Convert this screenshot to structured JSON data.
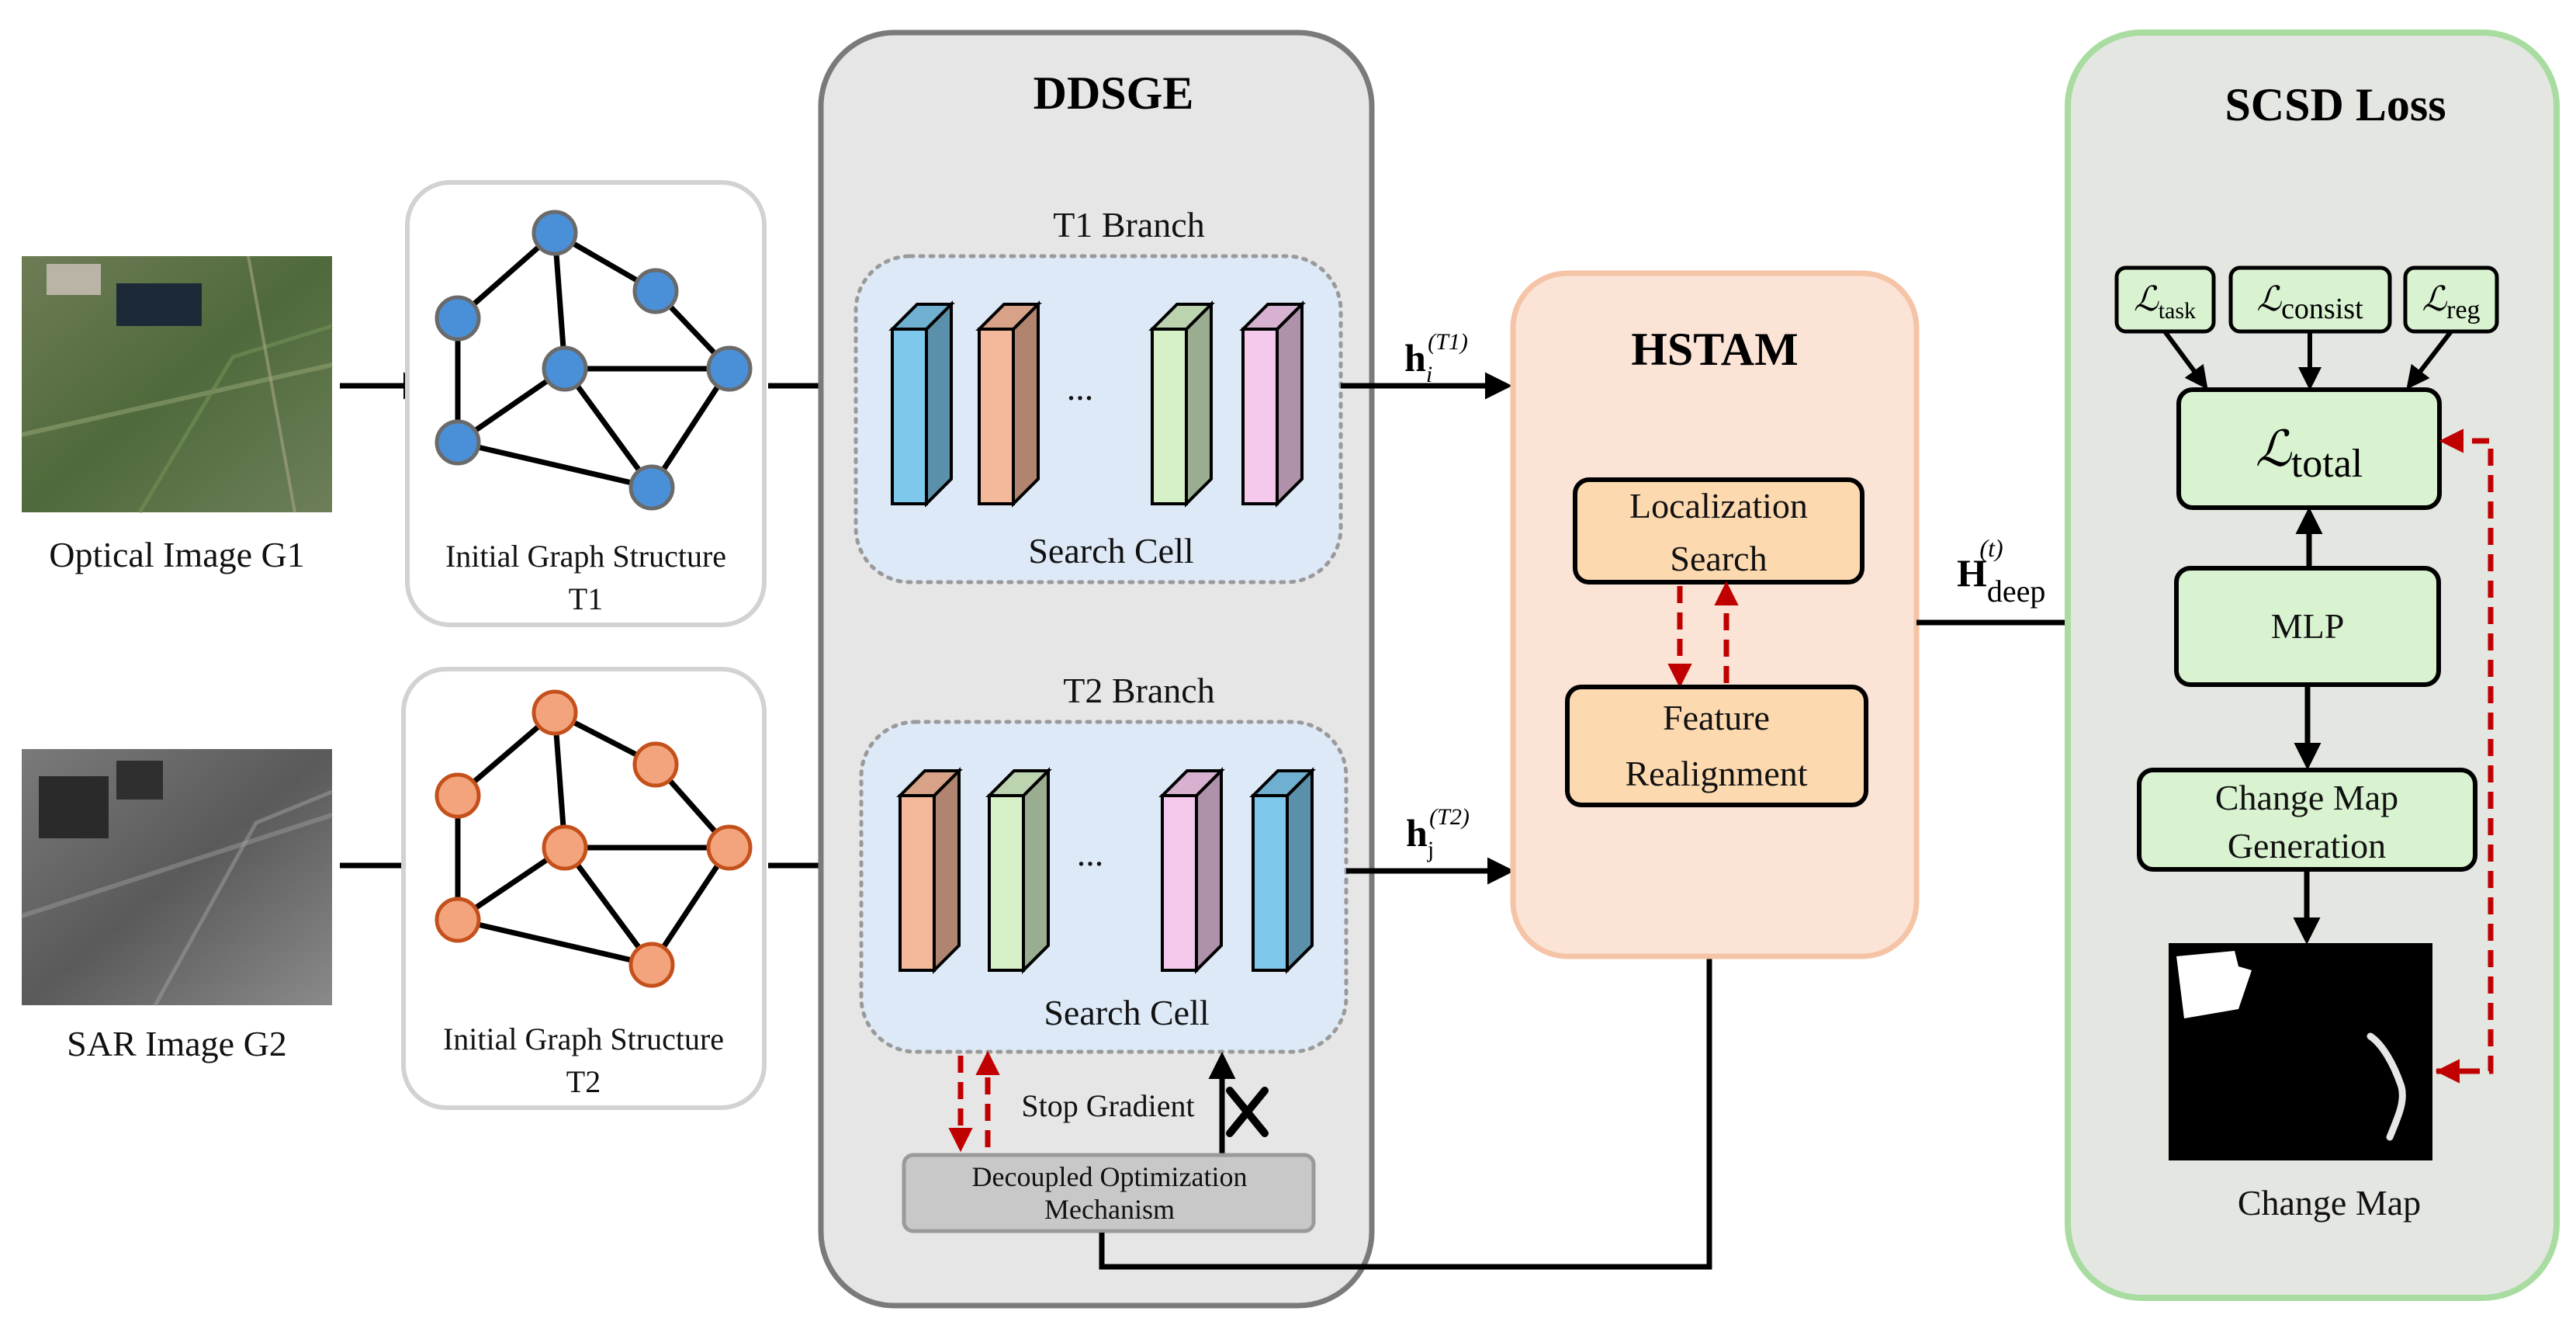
{
  "inputs": {
    "optical_label": "Optical Image G1",
    "sar_label": "SAR Image G2"
  },
  "graphs": {
    "g1_label_line1": "Initial Graph Structure",
    "g1_label_line2": "T1",
    "g2_label_line1": "Initial Graph Structure",
    "g2_label_line2": "T2",
    "g1_node_color": "#4a90d9",
    "g2_node_color": "#f4a47c"
  },
  "ddsge": {
    "title": "DDSGE",
    "t1_branch": "T1 Branch",
    "t2_branch": "T2 Branch",
    "search_cell": "Search Cell",
    "ellipsis": "...",
    "stop_gradient": "Stop Gradient",
    "decoupled_line1": "Decoupled Optimization",
    "decoupled_line2": "Mechanism",
    "t1_block_colors": [
      "#7ec8ec",
      "#f4b89a",
      "#d6f0c8",
      "#f4c9ec"
    ],
    "t2_block_colors": [
      "#f4b89a",
      "#d6f0c8",
      "#f4c9ec",
      "#7ec8ec"
    ]
  },
  "edges": {
    "hi_main": "h",
    "hi_sub": "i",
    "hi_sup": "(T1)",
    "hj_main": "h",
    "hj_sub": "j",
    "hj_sup": "(T2)",
    "H_main": "H",
    "H_sub": "deep",
    "H_sup": "(t)"
  },
  "hstam": {
    "title": "HSTAM",
    "localization_line1": "Localization",
    "localization_line2": "Search",
    "feature_line1": "Feature",
    "feature_line2": "Realignment"
  },
  "scsd": {
    "title": "SCSD Loss",
    "L": "ℒ",
    "task": "task",
    "consist": "consist",
    "reg": "reg",
    "total": "total",
    "mlp": "MLP",
    "change_gen_line1": "Change Map",
    "change_gen_line2": "Generation",
    "change_map": "Change Map"
  },
  "colors": {
    "ddsge_bg": "#e6e6e6",
    "branch_bg": "#dde9f7",
    "hstam_bg": "#fbe3d6",
    "hstam_box": "#fdd9b0",
    "scsd_bg": "#e3e6e1",
    "scsd_border": "#a8dca0",
    "green_box": "#d9f2d0",
    "red_dash": "#c00000"
  }
}
